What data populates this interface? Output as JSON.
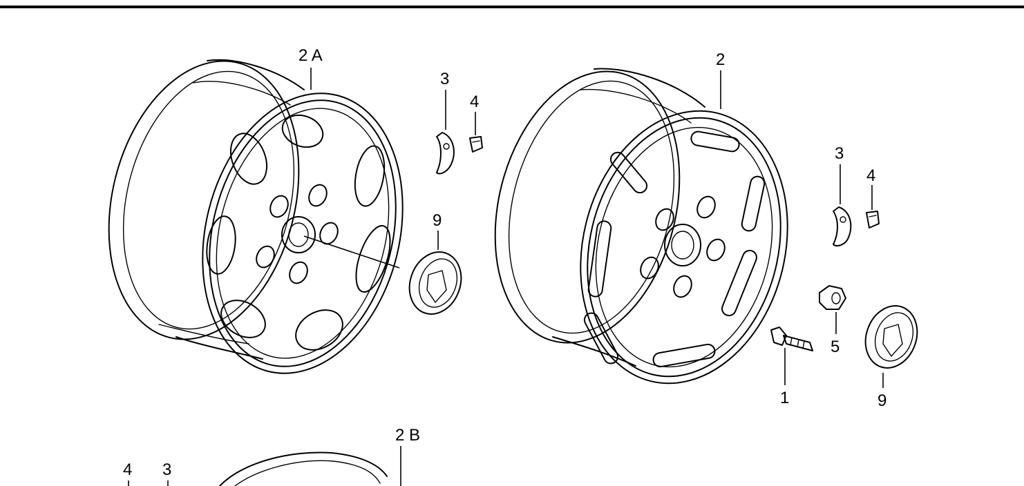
{
  "diagram": {
    "labels": {
      "wheel_2a": "2 A",
      "wheel_2": "2",
      "wheel_2b": "2 B",
      "weight_3_a": "3",
      "clip_4_a": "4",
      "cap_9_a": "9",
      "weight_3_b": "3",
      "clip_4_b": "4",
      "nut_5": "5",
      "bolt_1": "1",
      "cap_9_b": "9",
      "clip_4_c": "4",
      "weight_3_c": "3"
    }
  }
}
